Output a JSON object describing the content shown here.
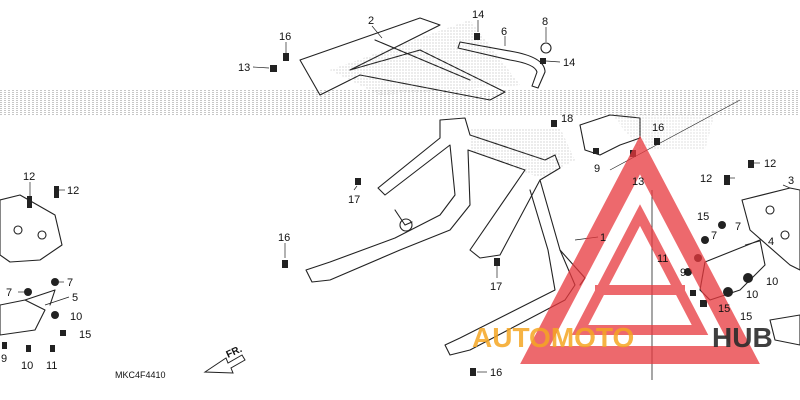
{
  "diagram": {
    "reference_code": "MKC4F4410",
    "front_indicator": "FR.",
    "callouts": [
      {
        "id": "c2",
        "label": "2"
      },
      {
        "id": "c14a",
        "label": "14"
      },
      {
        "id": "c6",
        "label": "6"
      },
      {
        "id": "c8",
        "label": "8"
      },
      {
        "id": "c16a",
        "label": "16"
      },
      {
        "id": "c13a",
        "label": "13"
      },
      {
        "id": "c14b",
        "label": "14"
      },
      {
        "id": "c18",
        "label": "18"
      },
      {
        "id": "c16b",
        "label": "16"
      },
      {
        "id": "c9a",
        "label": "9"
      },
      {
        "id": "c13b",
        "label": "13"
      },
      {
        "id": "c17a",
        "label": "17"
      },
      {
        "id": "c16c",
        "label": "16"
      },
      {
        "id": "c1",
        "label": "1"
      },
      {
        "id": "c17b",
        "label": "17"
      },
      {
        "id": "c16d",
        "label": "16"
      },
      {
        "id": "c12a",
        "label": "12"
      },
      {
        "id": "c12b",
        "label": "12"
      },
      {
        "id": "c7a",
        "label": "7"
      },
      {
        "id": "c7b",
        "label": "7"
      },
      {
        "id": "c5",
        "label": "5"
      },
      {
        "id": "c10a",
        "label": "10"
      },
      {
        "id": "c15a",
        "label": "15"
      },
      {
        "id": "c9b",
        "label": "9"
      },
      {
        "id": "c10b",
        "label": "10"
      },
      {
        "id": "c11a",
        "label": "11"
      },
      {
        "id": "c12c",
        "label": "12"
      },
      {
        "id": "c12d",
        "label": "12"
      },
      {
        "id": "c3",
        "label": "3"
      },
      {
        "id": "c15b",
        "label": "15"
      },
      {
        "id": "c7c",
        "label": "7"
      },
      {
        "id": "c7d",
        "label": "7"
      },
      {
        "id": "c4",
        "label": "4"
      },
      {
        "id": "c11b",
        "label": "11"
      },
      {
        "id": "c9c",
        "label": "9"
      },
      {
        "id": "c10c",
        "label": "10"
      },
      {
        "id": "c10d",
        "label": "10"
      },
      {
        "id": "c15c",
        "label": "15"
      },
      {
        "id": "c15d",
        "label": "15"
      }
    ]
  },
  "watermark": {
    "text_auto": "AUTOMOTO",
    "text_hub": "HUB",
    "color_primary": "#e8383d",
    "color_secondary": "#f5a623",
    "color_dark": "#2b2b2b"
  }
}
